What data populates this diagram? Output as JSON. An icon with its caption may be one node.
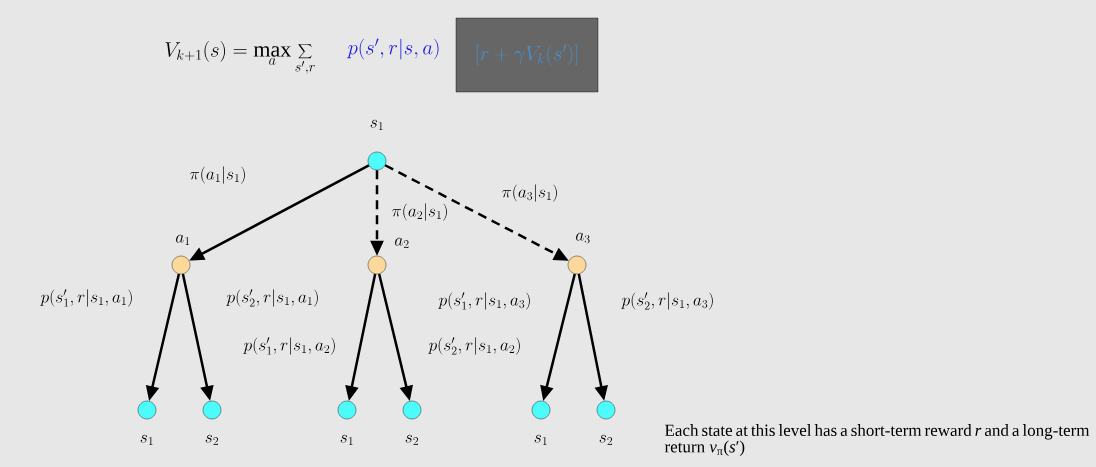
{
  "diagram": {
    "nodes": [
      {
        "text": [
          "[r + \\gamma V_k(s')]"
        ]
      },
      {
        "text": [],
        "shape": "circle",
        "beside": [
          "s_1"
        ]
      },
      {
        "text": [],
        "shape": "circle",
        "beside": [
          "a_1"
        ]
      },
      {
        "text": [],
        "shape": "circle",
        "beside": [
          "a_2"
        ]
      },
      {
        "text": [],
        "shape": "circle",
        "beside": [
          "a_3"
        ]
      },
      {
        "text": [],
        "shape": "circle",
        "beside": [
          "s_1"
        ]
      },
      {
        "text": [],
        "shape": "circle",
        "beside": [
          "s_2"
        ]
      },
      {
        "text": [],
        "shape": "circle",
        "beside": [
          "s_1"
        ]
      },
      {
        "text": [],
        "shape": "circle",
        "beside": [
          "s_2"
        ]
      },
      {
        "text": [],
        "shape": "circle",
        "beside": [
          "s_1"
        ]
      },
      {
        "text": [],
        "shape": "circle",
        "beside": [
          "s_2"
        ]
      }
    ],
    "edges": [
      {
        "from": 1,
        "to": 2,
        "arrow": "to",
        "label": "\\pi(a_1|s_1)"
      },
      {
        "from": 1,
        "to": 3,
        "arrow": "to",
        "style": "dashed",
        "label": "\\pi(a_2|s_1)"
      },
      {
        "from": 1,
        "to": 4,
        "arrow": "to",
        "style": "dashed",
        "label": "\\pi(a_3|s_1)"
      },
      {
        "from": 2,
        "to": 5,
        "arrow": "to",
        "label": "p(s_1',r|s_1,a_1)"
      },
      {
        "from": 2,
        "to": 6,
        "arrow": "to",
        "label": "p(s_2',r|s_1,a_1)"
      },
      {
        "from": 3,
        "to": 7,
        "arrow": "to",
        "label": "p(s_1',r|s_1,a_2)"
      },
      {
        "from": 3,
        "to": 8,
        "arrow": "to",
        "label": "p(s_2',r|s_1,a_2)"
      },
      {
        "from": 4,
        "to": 9,
        "arrow": "to",
        "label": "p(s_1',r|s_1,a_3)"
      },
      {
        "from": 4,
        "to": 10,
        "arrow": "to",
        "label": "p(s_2',r|s_1,a_3)"
      }
    ],
    "labels": [
      "V_{k+1}(s) = \\max_a \\sum_{s',r}",
      "p(s',r|s,a)",
      "Each state at this level has a short-term reward *r* and a long-term return *v*$_{π}$(*s*′)"
    ]
  }
}
